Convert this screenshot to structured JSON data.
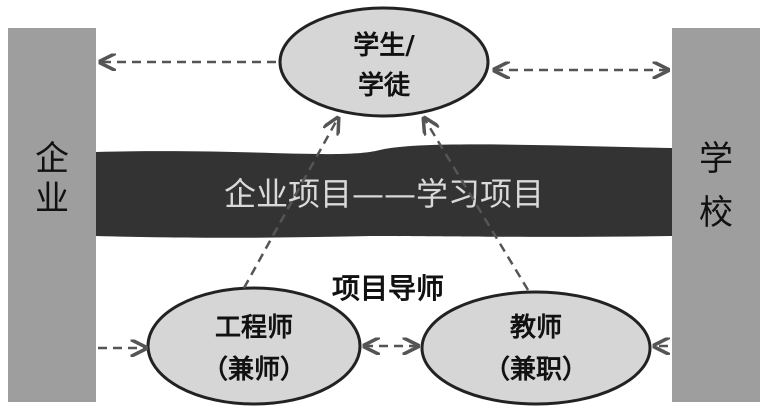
{
  "left_bar": {
    "label_line1": "企",
    "label_line2": "业"
  },
  "right_bar": {
    "label_line1": "学",
    "label_line2": "校"
  },
  "top_node": {
    "line1": "学生/",
    "line2": "学徒"
  },
  "band": {
    "text": "企业项目——学习项目"
  },
  "middle_label": "项目导师",
  "bottom_left_node": {
    "line1": "工程师",
    "line2": "（兼师）"
  },
  "bottom_right_node": {
    "line1": "教师",
    "line2": "（兼职）"
  },
  "colors": {
    "bar": "#9e9e9e",
    "node_fill": "#d6d6d6",
    "band": "#333333",
    "arrow": "#555555"
  }
}
